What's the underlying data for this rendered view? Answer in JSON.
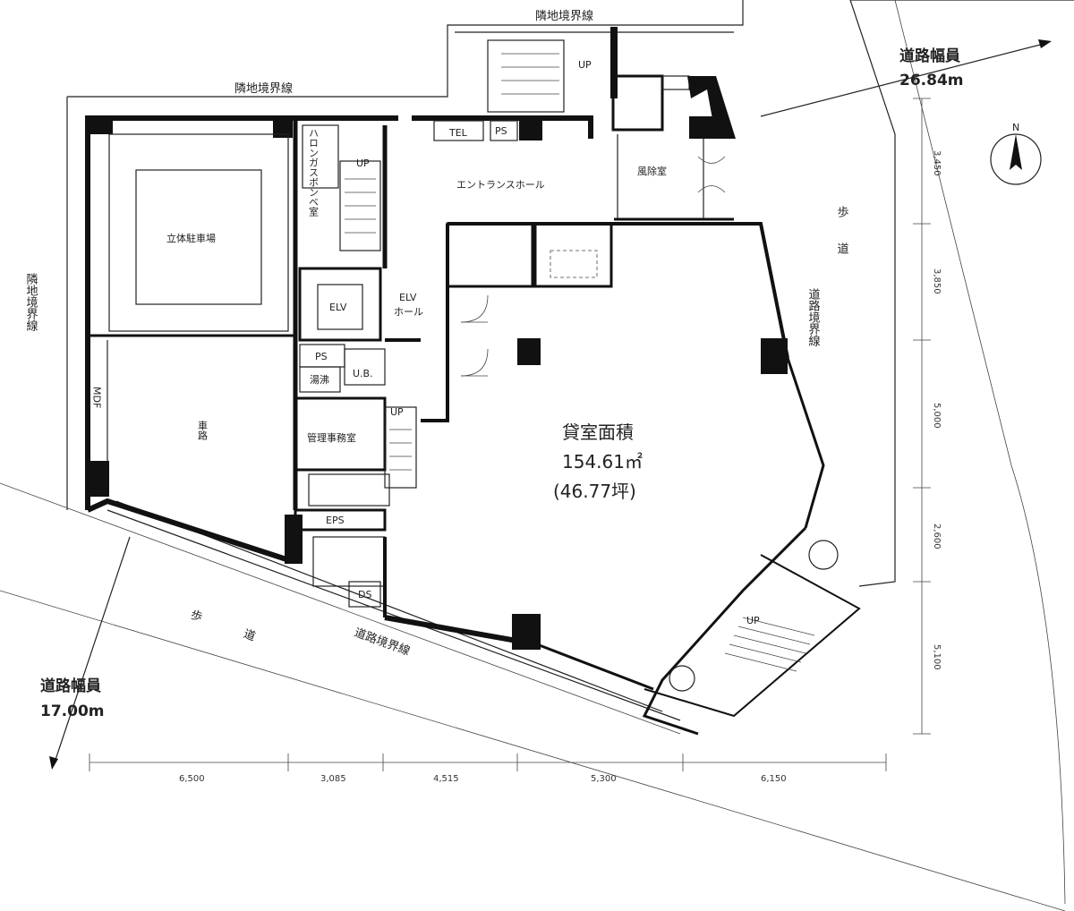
{
  "labels": {
    "neighbor_top": "隣地境界線",
    "neighbor_top_left": "隣地境界線",
    "neighbor_left": "隣地境界線",
    "road_width_right_title": "道路幅員",
    "road_width_right_value": "26.84m",
    "road_width_left_title": "道路幅員",
    "road_width_left_value": "17.00m",
    "north": "N",
    "parking": "立体駐車場",
    "halon_room": "ハロンガスボンベ室",
    "up_main": "UP",
    "up_top": "UP",
    "up_mgmt": "UP",
    "up_exterior": "UP",
    "tel": "TEL",
    "ps_top": "PS",
    "ps_mid": "PS",
    "entrance_hall": "エントランスホール",
    "windbreak_room": "風除室",
    "elv": "ELV",
    "elv_hall_1": "ELV",
    "elv_hall_2": "ホール",
    "ub": "U.B.",
    "kettle": "湯沸",
    "mdf": "MDF",
    "driveway": "車路",
    "mgmt_office": "管理事務室",
    "eps": "EPS",
    "ds": "DS",
    "rental_area_title": "貸室面積",
    "rental_area_value": "154.61㎡",
    "rental_area_tsubo": "(46.77坪)",
    "sidewalk_right": "歩道",
    "sidewalk_bottom": "歩道",
    "road_boundary_right": "道路境界線",
    "road_boundary_bottom": "道路境界線"
  },
  "dimensions_bottom": [
    "6,500",
    "3,085",
    "4,515",
    "5,300",
    "6,150"
  ],
  "dimensions_right": [
    "3,450",
    "3,850",
    "5,000",
    "2,600",
    "5,100"
  ],
  "colors": {
    "ink": "#111111",
    "paper": "#ffffff"
  }
}
